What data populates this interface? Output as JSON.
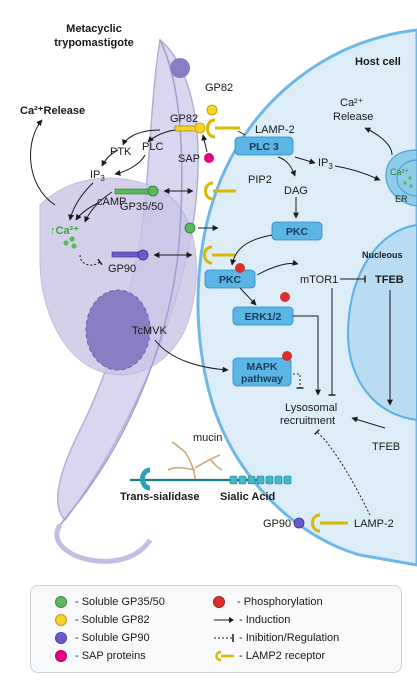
{
  "labels": {
    "parasite_title_1": "Metacyclic",
    "parasite_title_2": "trypomastigote",
    "host_cell": "Host cell",
    "ca_release_left": "Ca²⁺Release",
    "gp82_top": "GP82",
    "gp82_mid": "GP82",
    "lamp2_top": "LAMP-2",
    "sap": "SAP",
    "ptk": "PTK",
    "plc": "PLC",
    "ip3_left": "IP",
    "ip3_left_sub": "3",
    "camp": "cAMP",
    "ca_left": "↑Ca²⁺",
    "gp35_50": "GP35/50",
    "gp90_mid": "GP90",
    "plc3": "PLC 3",
    "pip2": "PIP2",
    "dag": "DAG",
    "ip3_right": "IP",
    "ip3_right_sub": "3",
    "ca_release_right_1": "Ca²⁺",
    "ca_release_right_2": "Release",
    "ca_er": "Ca²⁺",
    "er": "ER",
    "nucleus": "Nucleous",
    "pkc_top": "PKC",
    "pkc_mid": "PKC",
    "mtor1": "mTOR1",
    "tfeb_top": "TFEB",
    "erk12": "ERK1/2",
    "tcmvk": "TcMVK",
    "mapk_1": "MAPK",
    "mapk_2": "pathway",
    "lyso_1": "Lysosomal",
    "lyso_2": "recruitment",
    "tfeb_bottom": "TFEB",
    "mucin": "mucin",
    "trans_sialidase": "Trans-sialidase",
    "sialic_acid": "Sialic Acid",
    "gp90_bottom": "GP90",
    "lamp2_bottom": "LAMP-2"
  },
  "legend": {
    "soluble_gp35": "- Soluble GP35/50",
    "soluble_gp82": "- Soluble GP82",
    "soluble_gp90": "- Soluble GP90",
    "sap_proteins": "- SAP proteins",
    "phosphorylation": "- Phosphorylation",
    "induction": "- Induction",
    "inhibition": "- Inibition/Regulation",
    "lamp2_receptor": "- LAMP2 receptor"
  },
  "colors": {
    "gp35": "#5cb85c",
    "gp82": "#f5d327",
    "gp90": "#6a5acd",
    "sap": "#e6007e",
    "phospho": "#d9302c",
    "cell_fill": "#dcedf8",
    "cell_edge": "#6fb7e6",
    "box_fill": "#5bb6e6",
    "parasite_fill": "#d9d6ef"
  }
}
